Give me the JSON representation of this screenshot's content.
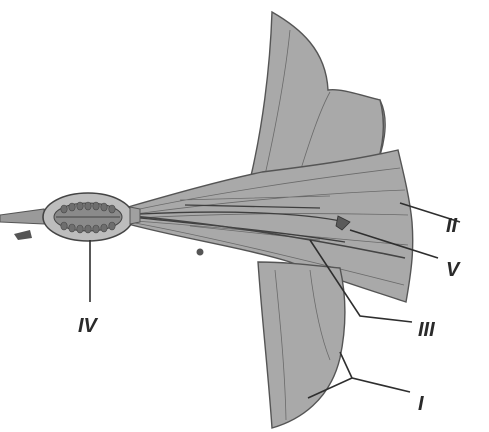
{
  "labels": {
    "I": "I",
    "II": "II",
    "III": "III",
    "IV": "IV",
    "V": "V"
  },
  "colors": {
    "petal": "#a9a9a9",
    "petal_dark": "#8f8f8f",
    "outline": "#555555",
    "label": "#2a2a2a",
    "background": "#ffffff"
  }
}
